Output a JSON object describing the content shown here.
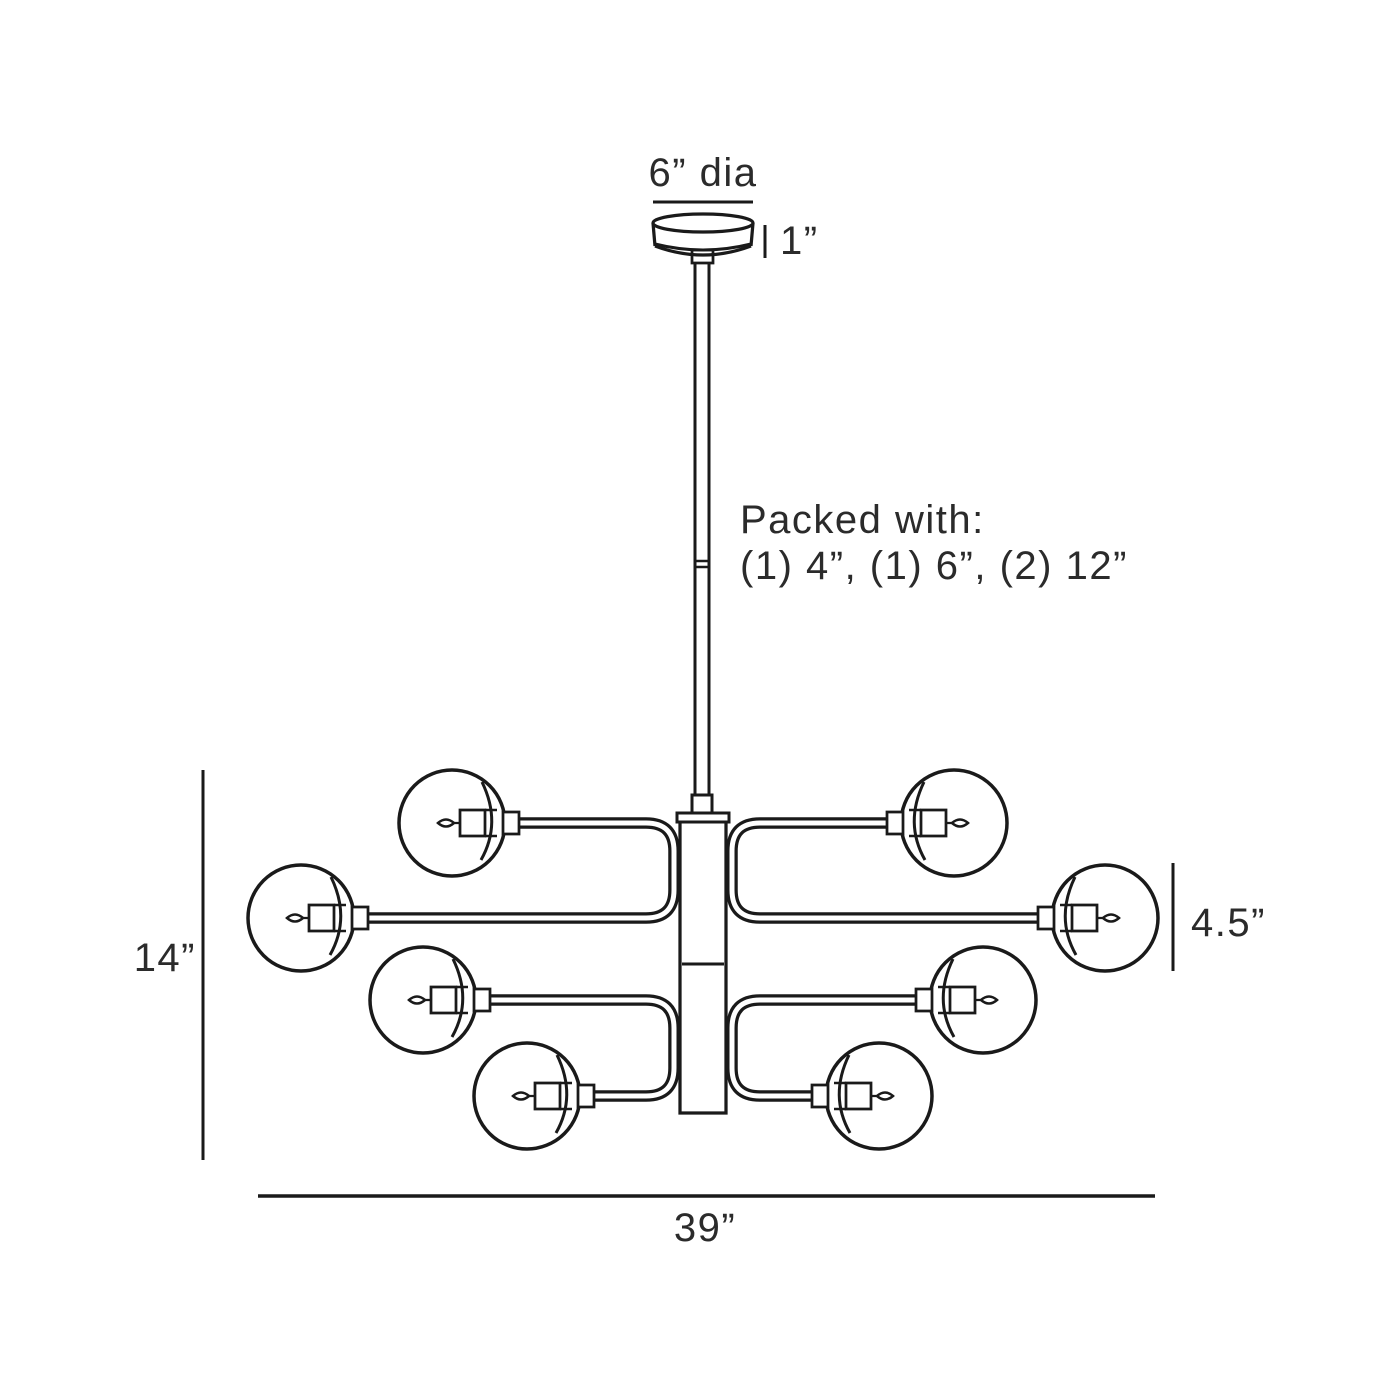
{
  "meta": {
    "background_color": "#ffffff",
    "line_color": "#1a1a1a",
    "text_color": "#2b2b2b"
  },
  "diagram": {
    "kind": "chandelier-dimension-line-drawing",
    "globe_count": 8,
    "parts": {
      "canopy": "ceiling canopy",
      "rod": "hanging rod with coupling",
      "column": "center column",
      "arms": "four c-shaped double arms",
      "globes": "eight glass globes with candelabra bulbs"
    },
    "labels": {
      "canopy_diameter": "6” dia",
      "canopy_height": "1”",
      "packed_line1": "Packed with:",
      "packed_line2": "(1) 4”, (1) 6”, (2) 12”",
      "overall_height": "14”",
      "globe_height": "4.5”",
      "overall_width": "39”"
    }
  }
}
